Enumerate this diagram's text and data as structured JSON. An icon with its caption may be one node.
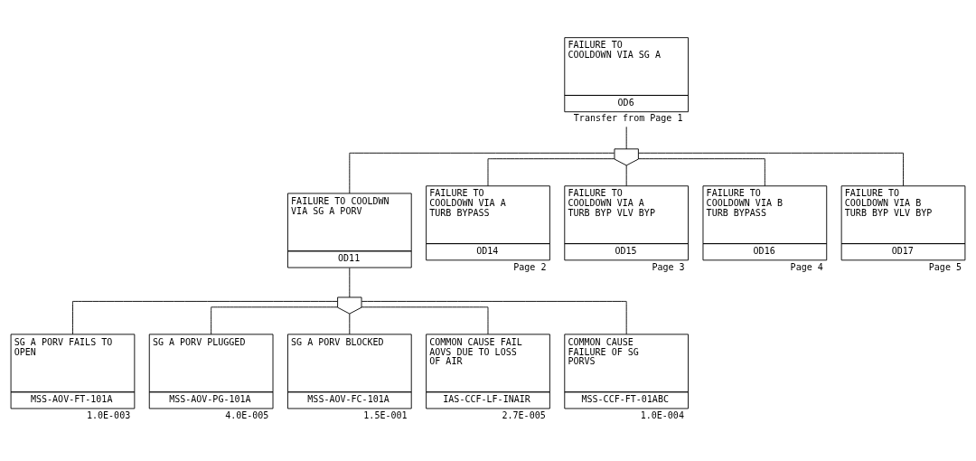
{
  "diagram": {
    "nodes": [
      {
        "text": [
          "FAILURE TO COOLDOWN VIA SG A",
          "OD6"
        ],
        "beside": [
          "Transfer from Page 1"
        ]
      },
      {
        "text": [],
        "shape": "gate"
      },
      {
        "text": [
          "FAILURE TO COOLDWN VIA SG A PORV",
          "OD11"
        ]
      },
      {
        "text": [
          "FAILURE TO COOLDOWN VIA A TURB BYPASS",
          "OD14"
        ],
        "beside": [
          "Page 2"
        ]
      },
      {
        "text": [
          "FAILURE TO COOLDOWN VIA A TURB BYP VLV BYP",
          "OD15"
        ],
        "beside": [
          "Page 3"
        ]
      },
      {
        "text": [
          "FAILURE TO COOLDOWN VIA B TURB BYPASS",
          "OD16"
        ],
        "beside": [
          "Page 4"
        ]
      },
      {
        "text": [
          "FAILURE TO COOLDOWN VIA B TURB BYP VLV BYP",
          "OD17"
        ],
        "beside": [
          "Page 5"
        ]
      },
      {
        "text": [],
        "shape": "gate"
      },
      {
        "text": [
          "SG A PORV FAILS TO OPEN",
          "MSS-AOV-FT-101A"
        ],
        "beside": [
          "1.0E-003"
        ]
      },
      {
        "text": [
          "SG A PORV PLUGGED",
          "MSS-AOV-PG-101A"
        ],
        "beside": [
          "4.0E-005"
        ]
      },
      {
        "text": [
          "SG A PORV BLOCKED",
          "MSS-AOV-FC-101A"
        ],
        "beside": [
          "1.5E-001"
        ]
      },
      {
        "text": [
          "COMMON CAUSE FAIL AOVS DUE TO LOSS OF AIR",
          "IAS-CCF-LF-INAIR"
        ],
        "beside": [
          "2.7E-005"
        ]
      },
      {
        "text": [
          "COMMON CAUSE FAILURE OF SG PORVS",
          "MSS-CCF-FT-01ABC"
        ],
        "beside": [
          "1.0E-004"
        ]
      }
    ],
    "edges": [
      {
        "from": 1,
        "to": 0,
        "arrow": "none"
      },
      {
        "from": 2,
        "to": 1,
        "arrow": "none"
      },
      {
        "from": 3,
        "to": 1,
        "arrow": "none"
      },
      {
        "from": 4,
        "to": 1,
        "arrow": "none"
      },
      {
        "from": 5,
        "to": 1,
        "arrow": "none"
      },
      {
        "from": 6,
        "to": 1,
        "arrow": "none"
      },
      {
        "from": 7,
        "to": 2,
        "arrow": "none"
      },
      {
        "from": 8,
        "to": 7,
        "arrow": "none"
      },
      {
        "from": 9,
        "to": 7,
        "arrow": "none"
      },
      {
        "from": 10,
        "to": 7,
        "arrow": "none"
      },
      {
        "from": 11,
        "to": 7,
        "arrow": "none"
      },
      {
        "from": 12,
        "to": 7,
        "arrow": "none"
      }
    ]
  }
}
